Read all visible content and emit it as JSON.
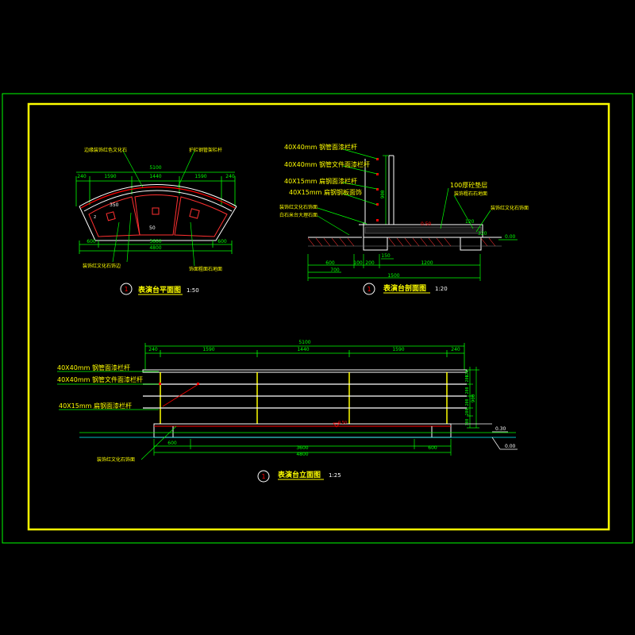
{
  "colors": {
    "background": "#000000",
    "outer_frame": "#00ff00",
    "inner_frame": "#ffff00",
    "dimension": "#00ff00",
    "outline": "#ffffff",
    "accent": "#ff0000",
    "ground": "#00ffff",
    "label": "#ffff00",
    "hatch": "#ff3030"
  },
  "plan": {
    "title": "表演台平面图",
    "scale": "1:50",
    "number": "1",
    "dims_top": {
      "total": "5100",
      "left": "240",
      "seg1": "1590",
      "seg2": "1440",
      "seg3": "1590",
      "right": "240"
    },
    "dims_bottom": {
      "left": "600",
      "middle": "3600",
      "right": "600",
      "total": "4800"
    },
    "labels": {
      "top_left": "边缘装饰红色文化石",
      "top_right": "护栏钢管架栏杆",
      "bottom_left": "装饰红文化石饰边",
      "bottom_right": "饰面粗面石地面",
      "left_small": "2",
      "left_num": "350",
      "center_num": "50"
    }
  },
  "section": {
    "title": "表演台剖面图",
    "scale": "1:20",
    "number": "1",
    "callouts": [
      "40X40mm 钢管面漆栏杆",
      "40X40mm 钢管文件面漆栏杆",
      "40X15mm 扁钢面漆栏杆",
      "40X15mm 扁钢钢板面饰"
    ],
    "left_labels": [
      "装饰红文化石饰面",
      "白石米台大理石面"
    ],
    "right_labels": [
      "100厚砼垫层",
      "装饰粗石石地面",
      "装饰红文化石饰面"
    ],
    "dims": {
      "d1": "600",
      "d2": "100",
      "d3": "200",
      "d4": "1200",
      "d5": "700",
      "d6": "1500",
      "d7": "150",
      "d8": "900",
      "d9": "120",
      "d10": "320",
      "slope": "0.50",
      "level": "0.00"
    }
  },
  "elevation": {
    "title": "表演台立面图",
    "scale": "1:25",
    "number": "1",
    "dims_top": {
      "total": "5100",
      "left": "240",
      "seg1": "1590",
      "seg2": "1440",
      "seg3": "1590",
      "right": "240"
    },
    "callouts": [
      "40X40mm 钢管面漆栏杆",
      "40X40mm 钢管文件面漆栏杆",
      "40X15mm 扁钢面漆栏杆"
    ],
    "bottom_label": "装饰红文化石饰面",
    "dims_bottom": {
      "left": "600",
      "middle": "3600",
      "right": "600",
      "total": "4800"
    },
    "right_dims": [
      "120",
      "200",
      "200",
      "200",
      "200",
      "300"
    ],
    "right_total": "900",
    "center_level": "0.50",
    "level_top": "0.30",
    "level_bottom": "0.00"
  }
}
